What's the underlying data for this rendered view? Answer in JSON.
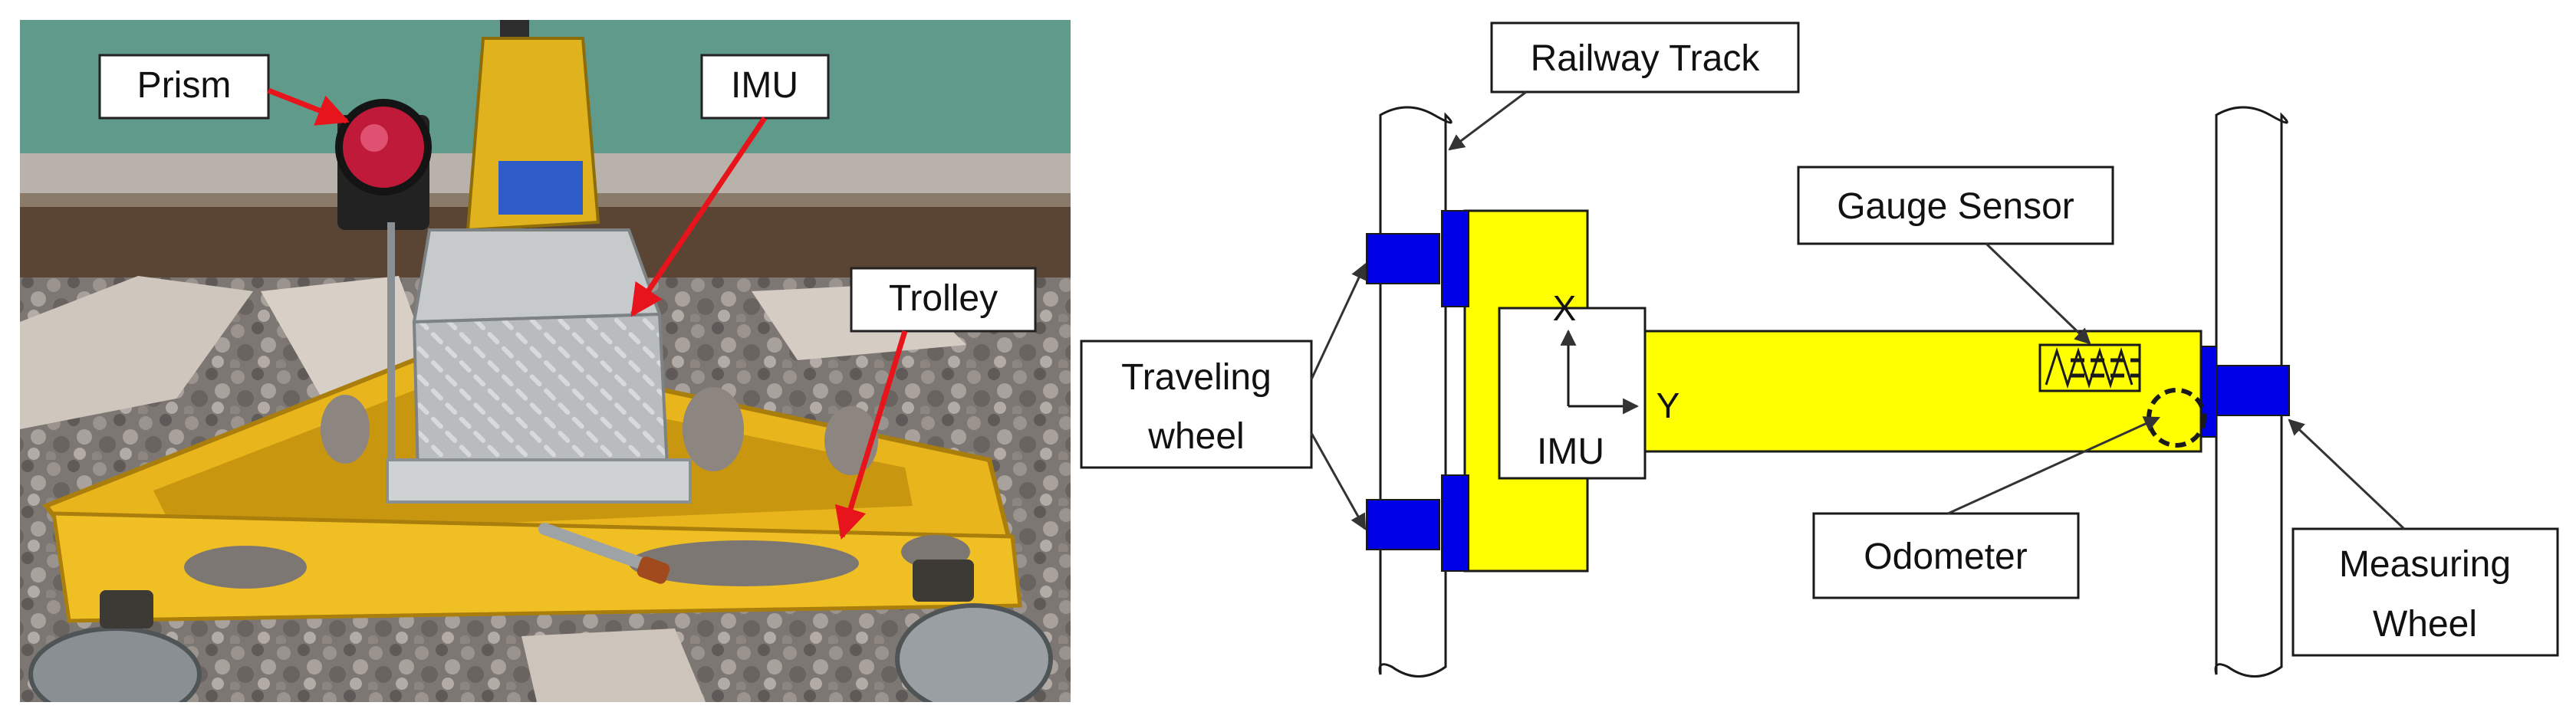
{
  "photo": {
    "labels": {
      "prism": "Prism",
      "imu": "IMU",
      "trolley": "Trolley"
    },
    "colors": {
      "arrow": "#e8141c",
      "trolley_yellow": "#e9b51c",
      "prism_red": "#c01a3a"
    }
  },
  "schematic": {
    "labels": {
      "railway_track": "Railway Track",
      "gauge_sensor": "Gauge Sensor",
      "traveling_wheel_line1": "Traveling",
      "traveling_wheel_line2": "wheel",
      "axis_x": "X",
      "axis_y": "Y",
      "imu": "IMU",
      "odometer": "Odometer",
      "measuring_wheel_line1": "Measuring",
      "measuring_wheel_line2": "Wheel"
    },
    "colors": {
      "body_yellow": "#ffff00",
      "wheel_blue": "#0000e6",
      "rail_gray": "#ffffff",
      "outline": "#1a1a1a",
      "leader": "#333333"
    }
  }
}
